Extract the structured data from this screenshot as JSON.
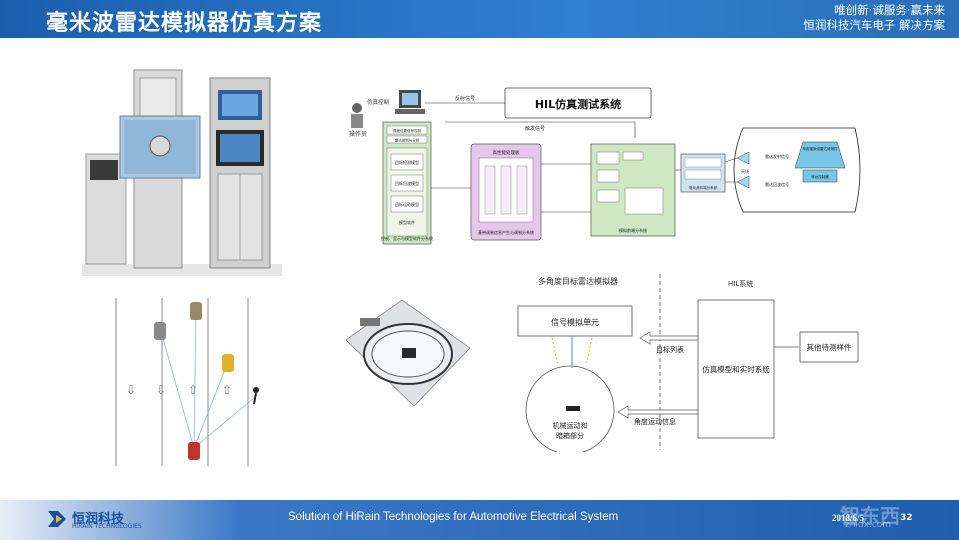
{
  "header": {
    "title": "毫米波雷达模拟器仿真方案",
    "slogan_line1": "唯创新·诚服务·赢未来",
    "slogan_line2": "恒润科技汽车电子 解决方案"
  },
  "hil_diagram": {
    "title": "HIL仿真测试系统",
    "operator": "操作员",
    "sim_control": "仿真控制",
    "feedback": "反射信号",
    "trigger": "触发信号",
    "left_box_top": "角度位置信号控制",
    "left_box_sub": "雷达控制与分析",
    "left_items": [
      "目标检测模型",
      "目标回波模型",
      "目标运动模型"
    ],
    "left_box_bottom": "模型软件",
    "left_caption": "控制、显示与模型软件分系统",
    "mid_title": "高性能处理板",
    "mid_caption": "基带调制信息产生与调制分系统",
    "right_caption": "模拟前端分系统",
    "far_right_caption": "毫米波前端分系统",
    "radar_label": "车用毫米波雷达待测件",
    "turntable_label": "转台控制器",
    "tx_label": "雷达发射信号",
    "rx_label": "雷达回波信号",
    "sky": "天线"
  },
  "multi_angle": {
    "left_title": "多角度目标雷达模拟器",
    "right_title": "HIL系统",
    "signal_unit": "信号模拟单元",
    "target_list": "目标列表",
    "sim_system": "仿真模型和实时系统",
    "dut": "其他待测样件",
    "mech_label_1": "机械运动和",
    "mech_label_2": "暗箱部分",
    "angle_info": "角度运动信息"
  },
  "footer": {
    "company_cn": "恒润科技",
    "company_en": "HIRAIN TECHNOLOGIES",
    "tagline": "Solution of HiRain Technologies for Automotive Electrical System",
    "date": "2018/6/5",
    "page": "32",
    "watermark": "智东西",
    "watermark_sub": "zhidx.com"
  },
  "colors": {
    "header_blue": "#1a5fae",
    "diagram_green": "#cfe8c3",
    "diagram_purple": "#e4c7ea",
    "radar_cyan": "#77c6e8"
  }
}
